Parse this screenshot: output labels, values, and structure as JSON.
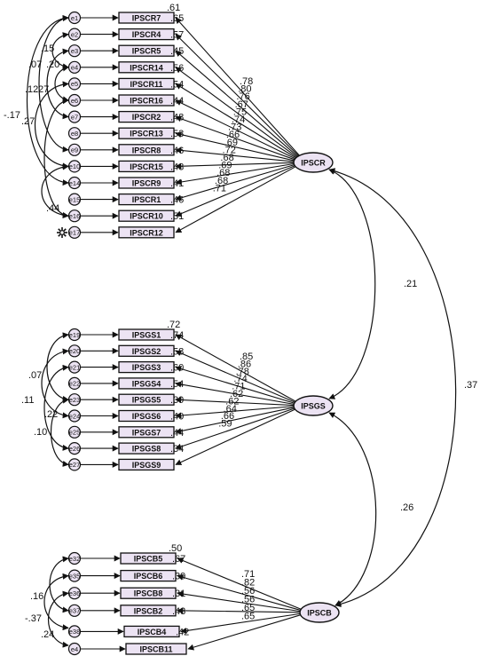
{
  "factors": [
    {
      "id": "f1",
      "name": "IPSCR",
      "r2_header": ".61",
      "items": [
        {
          "name": "IPSCR7",
          "r2": ".65",
          "error": "e1"
        },
        {
          "name": "IPSCR4",
          "r2": ".57",
          "error": "e2"
        },
        {
          "name": "IPSCR5",
          "r2": ".45",
          "error": "e3"
        },
        {
          "name": "IPSCR14",
          "r2": ".56",
          "error": "e4"
        },
        {
          "name": "IPSCR11",
          "r2": ".54",
          "error": "e5"
        },
        {
          "name": "IPSCR16",
          "r2": ".44",
          "error": "e6"
        },
        {
          "name": "IPSCR2",
          "r2": ".48",
          "error": "e7"
        },
        {
          "name": "IPSCR13",
          "r2": ".53",
          "error": "e8"
        },
        {
          "name": "IPSCR8",
          "r2": ".46",
          "error": "e9"
        },
        {
          "name": "IPSCR15",
          "r2": ".48",
          "error": "e10"
        },
        {
          "name": "IPSCR9",
          "r2": ".41",
          "error": "e14"
        },
        {
          "name": "IPSCR1",
          "r2": ".46",
          "error": "e15"
        },
        {
          "name": "IPSCR10",
          "r2": ".51",
          "error": "e16"
        },
        {
          "name": "IPSCR12",
          "r2": "",
          "error": "e17"
        }
      ],
      "loadings": [
        ".78",
        ".80",
        ".76",
        ".67",
        ".75",
        ".74",
        ".73",
        ".66",
        ".69",
        ".72",
        ".68",
        ".69",
        ".68",
        ".68",
        ".71"
      ],
      "error_covariances": [
        ".15",
        ".07",
        ".20",
        ".12",
        ".27",
        "-.17",
        ".27",
        ".44"
      ]
    },
    {
      "id": "f2",
      "name": "IPSGS",
      "r2_header": ".72",
      "items": [
        {
          "name": "IPSGS1",
          "r2": ".74",
          "error": "e19"
        },
        {
          "name": "IPSGS2",
          "r2": ".58",
          "error": "e20"
        },
        {
          "name": "IPSGS3",
          "r2": ".60",
          "error": "e21"
        },
        {
          "name": "IPSGS4",
          "r2": ".54",
          "error": "e22"
        },
        {
          "name": "IPSGS5",
          "r2": ".39",
          "error": "e23"
        },
        {
          "name": "IPSGS6",
          "r2": ".40",
          "error": "e24"
        },
        {
          "name": "IPSGS7",
          "r2": ".44",
          "error": "e25"
        },
        {
          "name": "IPSGS8",
          "r2": ".34",
          "error": "e26"
        },
        {
          "name": "IPSGS9",
          "r2": "",
          "error": "e27"
        }
      ],
      "loadings": [
        ".85",
        ".86",
        ".78",
        ".74",
        ".71",
        ".62",
        ".62",
        ".64",
        ".66",
        ".59"
      ],
      "error_covariances": [
        ".07",
        ".11",
        ".10",
        ".22"
      ]
    },
    {
      "id": "f3",
      "name": "IPSCB",
      "r2_header": ".50",
      "items": [
        {
          "name": "IPSCB5",
          "r2": ".67",
          "error": "e32"
        },
        {
          "name": "IPSCB6",
          "r2": ".39",
          "error": "e35"
        },
        {
          "name": "IPSCB8",
          "r2": ".31",
          "error": "e36"
        },
        {
          "name": "IPSCB2",
          "r2": ".43",
          "error": "e37"
        },
        {
          "name": "IPSCB4",
          "r2": ".42",
          "error": "e38"
        },
        {
          "name": "IPSCB11",
          "r2": "",
          "error": "e4"
        }
      ],
      "loadings": [
        ".71",
        ".82",
        ".56",
        ".56",
        ".65",
        ".65"
      ],
      "error_covariances": [
        ".16",
        "-.37",
        ".24"
      ]
    }
  ],
  "factor_correlations": [
    {
      "from": "IPSCR",
      "to": "IPSGS",
      "value": ".21"
    },
    {
      "from": "IPSGS",
      "to": "IPSCB",
      "value": ".26"
    },
    {
      "from": "IPSCR",
      "to": "IPSCB",
      "value": ".37"
    }
  ],
  "colors": {
    "node_fill": "#ece3f3",
    "stroke": "#111111"
  }
}
